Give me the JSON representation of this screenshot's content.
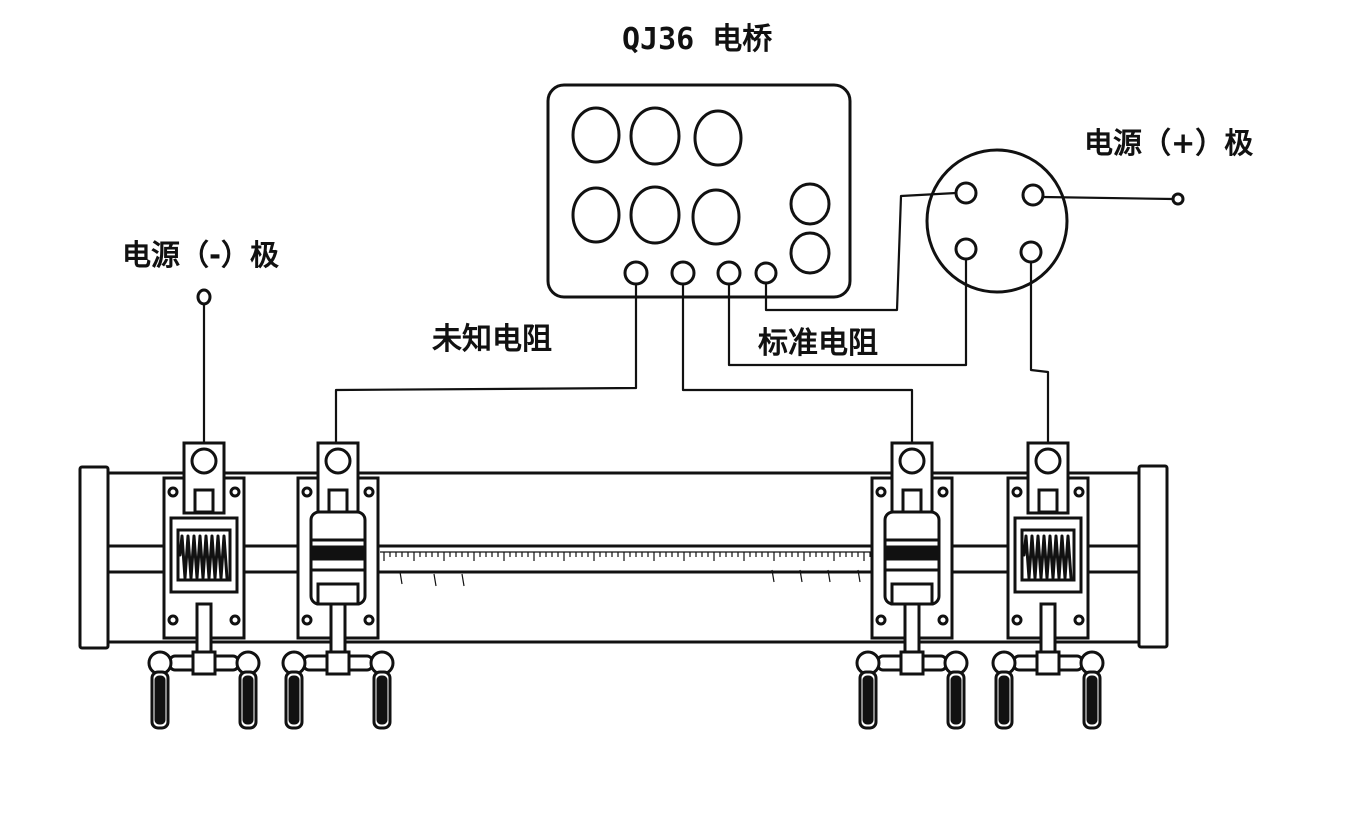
{
  "labels": {
    "bridge_title": "QJ36 电桥",
    "power_positive": "电源（+）极",
    "power_negative": "电源（-）极",
    "unknown_resistor": "未知电阻",
    "standard_resistor": "标准电阻"
  }
}
